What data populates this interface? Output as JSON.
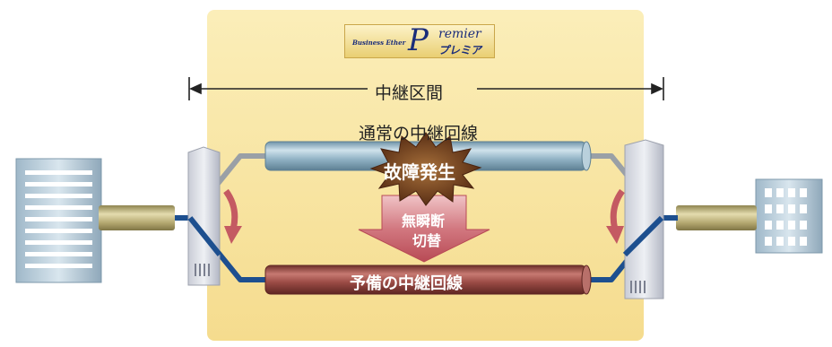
{
  "logo": {
    "brand": "Business Ether",
    "initial": "P",
    "name_en": "remier",
    "name_ja": "プレミア",
    "colors": {
      "text": "#1b2d7a",
      "background": "#f3df95"
    }
  },
  "labels": {
    "relay_span": "中継区間",
    "normal_line": "通常の中継回線",
    "failure": "故障発生",
    "switch_line1": "無瞬断",
    "switch_line2": "切替",
    "backup_line": "予備の中継回線"
  },
  "colors": {
    "relay_zone": "#f9e7a5",
    "normal_pipe": "#8fb1c4",
    "backup_pipe": "#9a4a44",
    "link_normal": "#9aa0a6",
    "link_active": "#1d4f8f",
    "switch_arrow": "#c45a62",
    "burst": "#6b3a1c"
  }
}
